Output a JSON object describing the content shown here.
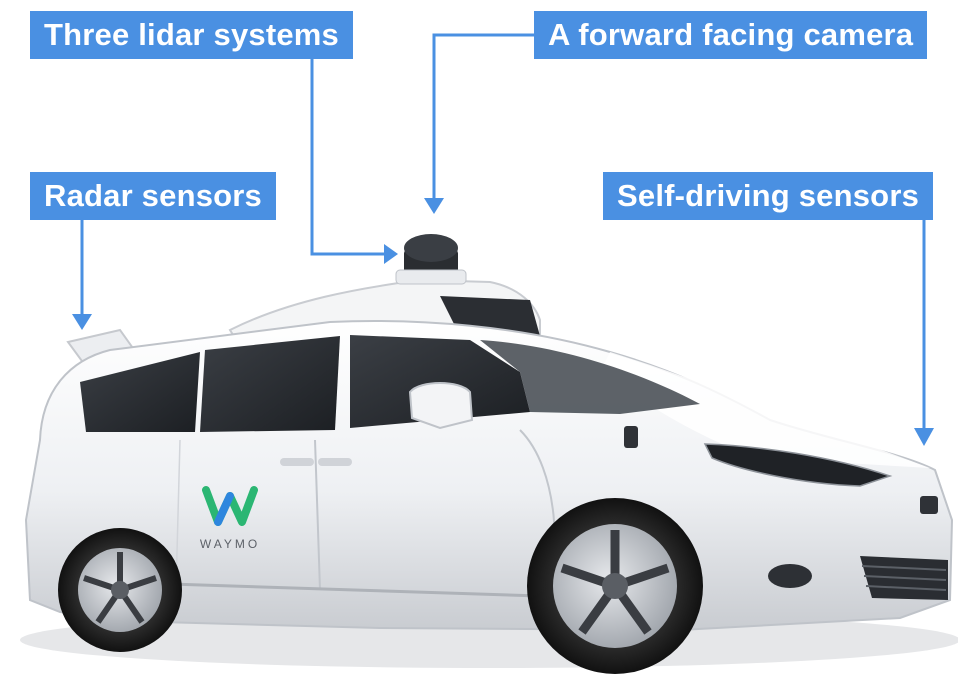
{
  "labels": {
    "lidar": "Three lidar systems",
    "camera": "A forward facing camera",
    "radar": "Radar sensors",
    "self_driving": "Self-driving sensors"
  },
  "brand": {
    "wordmark": "WAYMO",
    "logo_green": "#2bb673",
    "logo_blue": "#2e86de"
  },
  "colors": {
    "label_bg": "#4a90e2",
    "label_text": "#ffffff",
    "arrow": "#4a90e2",
    "car_body": "#f2f3f5"
  }
}
